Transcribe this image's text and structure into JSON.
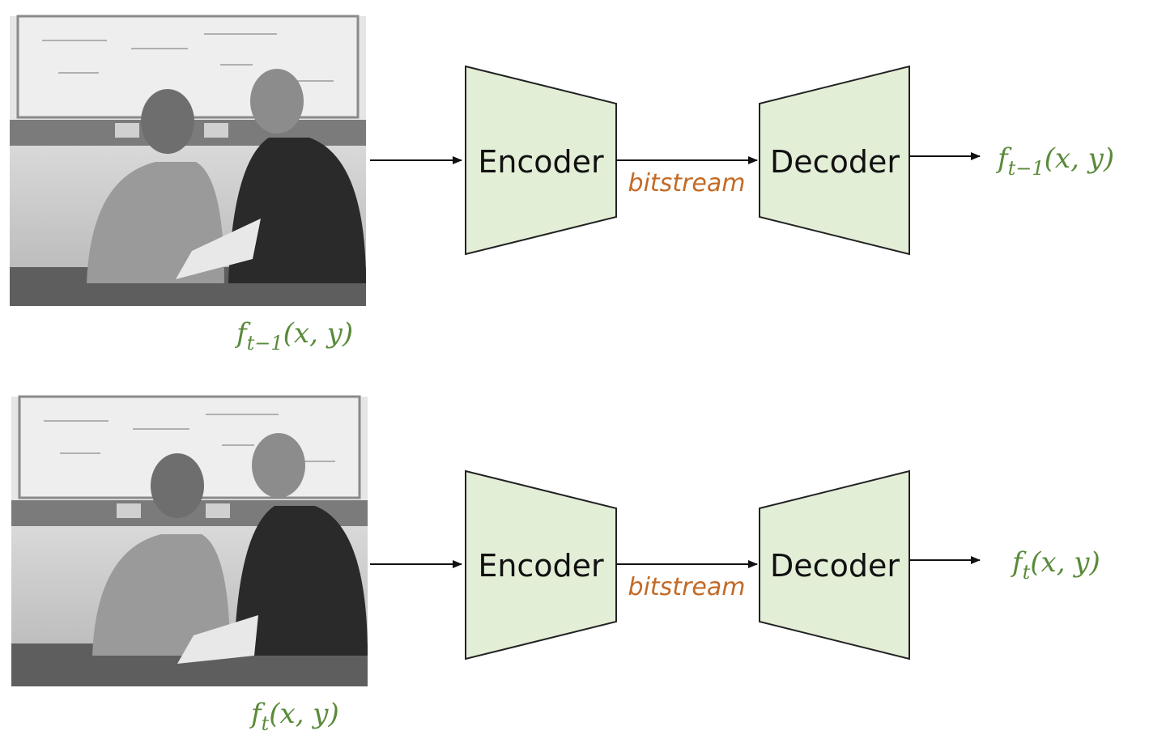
{
  "colors": {
    "block_fill": "#e3eed7",
    "block_stroke": "#222222",
    "bitstream": "#c36a26",
    "math": "#5a8a3a",
    "arrow": "#111111"
  },
  "rows": [
    {
      "photo": {
        "description_icon": "video-frame-photo",
        "tone": "grayscale"
      },
      "input_label": {
        "base": "f",
        "sub": "t−1",
        "args": "(x, y)"
      },
      "encoder_label": "Encoder",
      "bitstream_label": "bitstream",
      "decoder_label": "Decoder",
      "output_label": {
        "base": "f",
        "sub": "t−1",
        "args": "(x, y)"
      }
    },
    {
      "photo": {
        "description_icon": "video-frame-photo",
        "tone": "grayscale"
      },
      "input_label": {
        "base": "f",
        "sub": "t",
        "args": "(x, y)"
      },
      "encoder_label": "Encoder",
      "bitstream_label": "bitstream",
      "decoder_label": "Decoder",
      "output_label": {
        "base": "f",
        "sub": "t",
        "args": "(x, y)"
      }
    }
  ]
}
